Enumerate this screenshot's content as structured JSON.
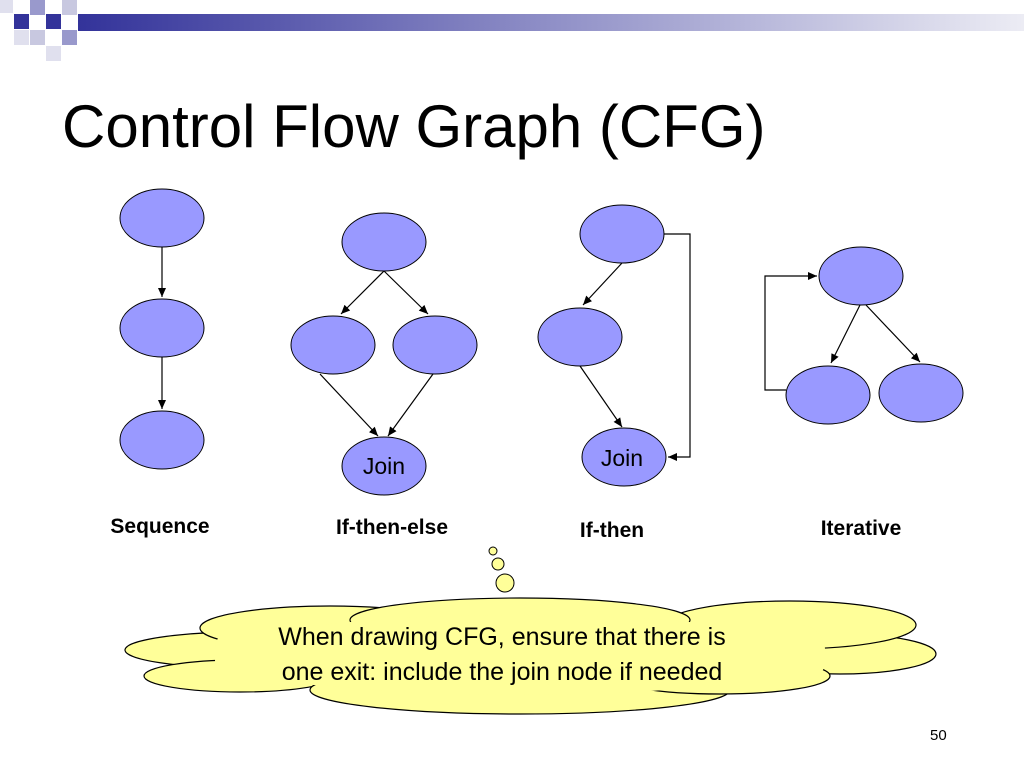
{
  "slide": {
    "title": "Control Flow Graph (CFG)",
    "page_number": "50"
  },
  "diagrams": {
    "sequence": {
      "label": "Sequence"
    },
    "if_then_else": {
      "label": "If-then-else",
      "join_label": "Join"
    },
    "if_then": {
      "label": "If-then",
      "join_label": "Join"
    },
    "iterative": {
      "label": "Iterative"
    }
  },
  "note": {
    "line1": "When drawing CFG, ensure that there is",
    "line2": "one exit: include the join node if needed"
  },
  "colors": {
    "node_fill": "#9999ff",
    "node_stroke": "#000000",
    "cloud_fill": "#ffff99",
    "banner_dark": "#33339a",
    "banner_light": "#e6e6f0"
  }
}
